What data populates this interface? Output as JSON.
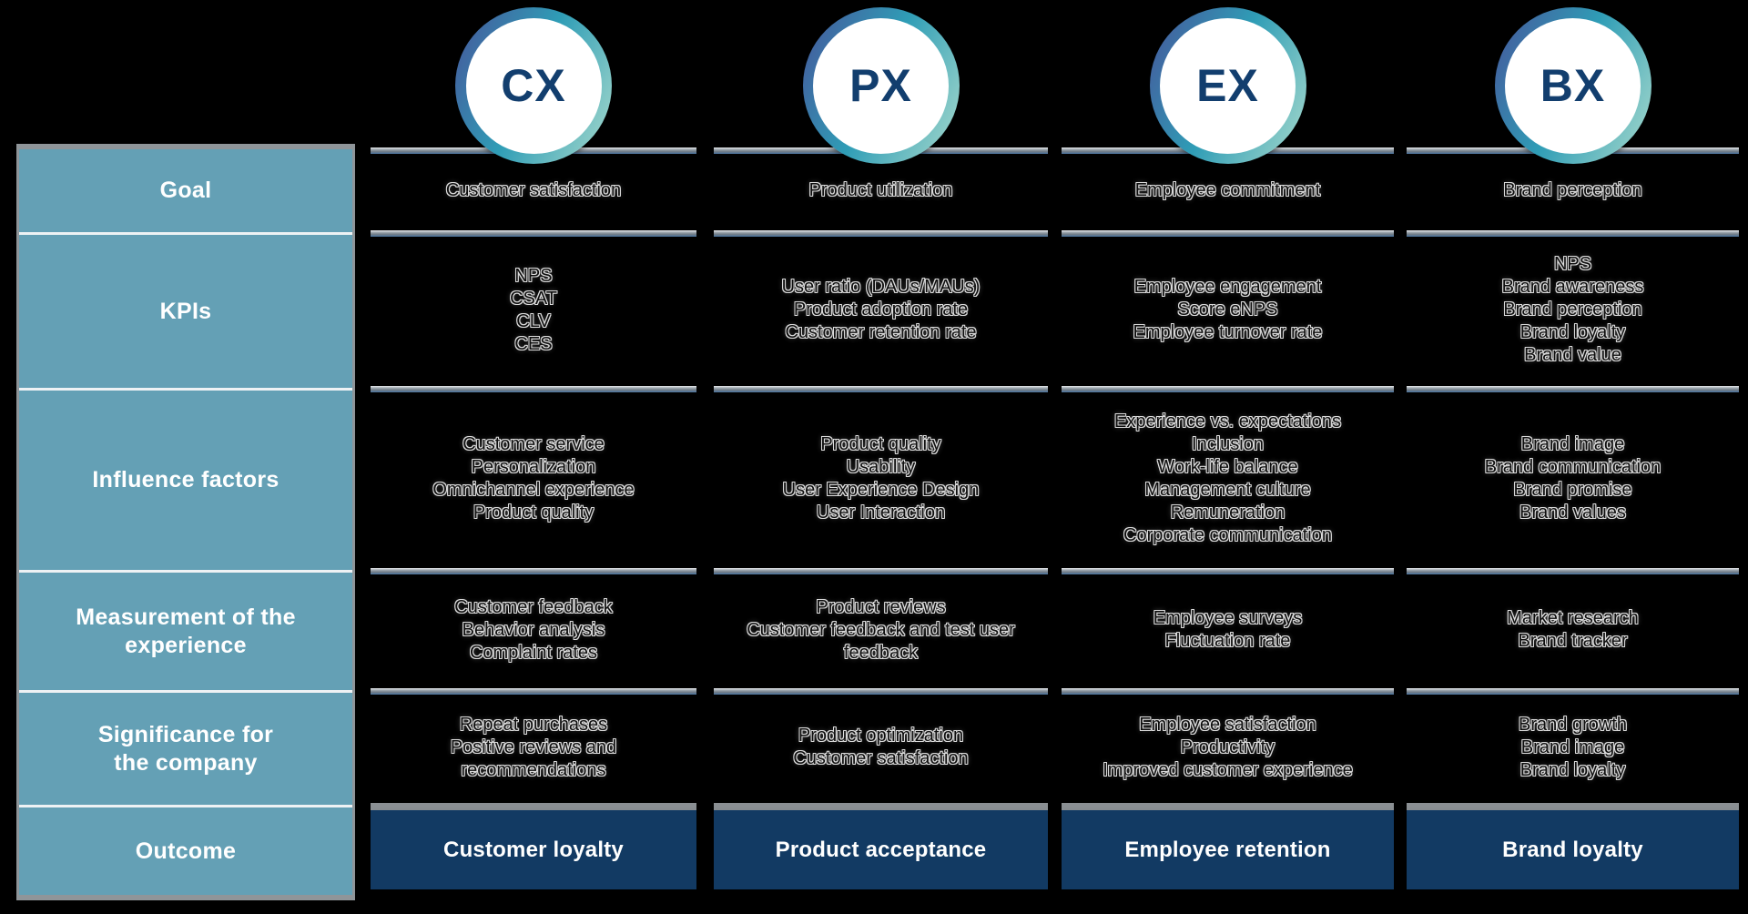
{
  "row_labels": {
    "goal": "Goal",
    "kpis": "KPIs",
    "influence": "Influence factors",
    "measurement": "Measurement of the\nexperience",
    "significance": "Significance for\nthe company",
    "outcome": "Outcome"
  },
  "columns": [
    {
      "badge": "CX",
      "goal": "Customer satisfaction",
      "kpis": [
        "NPS",
        "CSAT",
        "CLV",
        "CES"
      ],
      "influence_factors": [
        "Customer service",
        "Personalization",
        "Omnichannel experience",
        "Product quality"
      ],
      "measurement": [
        "Customer feedback",
        "Behavior analysis",
        "Complaint rates"
      ],
      "significance": [
        "Repeat purchases",
        "Positive reviews and recommendations"
      ],
      "outcome": "Customer loyalty"
    },
    {
      "badge": "PX",
      "goal": "Product utilization",
      "kpis": [
        "User ratio (DAUs/MAUs)",
        "Product adoption rate",
        "Customer retention rate"
      ],
      "influence_factors": [
        "Product quality",
        "Usability",
        "User Experience Design",
        "User Interaction"
      ],
      "measurement": [
        "Product reviews",
        "Customer feedback and test user feedback"
      ],
      "significance": [
        "Product optimization",
        "Customer satisfaction"
      ],
      "outcome": "Product acceptance"
    },
    {
      "badge": "EX",
      "goal": "Employee commitment",
      "kpis": [
        "Employee engagement",
        "Score eNPS",
        "Employee turnover rate"
      ],
      "influence_factors": [
        "Experience vs. expectations",
        "Inclusion",
        "Work-life balance",
        "Management culture",
        "Remuneration",
        "Corporate communication"
      ],
      "measurement": [
        "Employee surveys",
        "Fluctuation rate"
      ],
      "significance": [
        "Employee satisfaction",
        "Productivity",
        "Improved customer experience"
      ],
      "outcome": "Employee retention"
    },
    {
      "badge": "BX",
      "goal": "Brand perception",
      "kpis": [
        "NPS",
        "Brand awareness",
        "Brand perception",
        "Brand loyalty",
        "Brand value"
      ],
      "influence_factors": [
        "Brand image",
        "Brand communication",
        "Brand promise",
        "Brand values"
      ],
      "measurement": [
        "Market research",
        "Brand tracker"
      ],
      "significance": [
        "Brand growth",
        "Brand image",
        "Brand loyalty"
      ],
      "outcome": "Brand loyalty"
    }
  ],
  "colors": {
    "label_column": "#64a0b5",
    "outcome_box": "#123a63",
    "badge_text": "#123e6e",
    "divider_gray": "#6e7a85",
    "divider_blue": "#4a76a4",
    "background": "#000000"
  }
}
